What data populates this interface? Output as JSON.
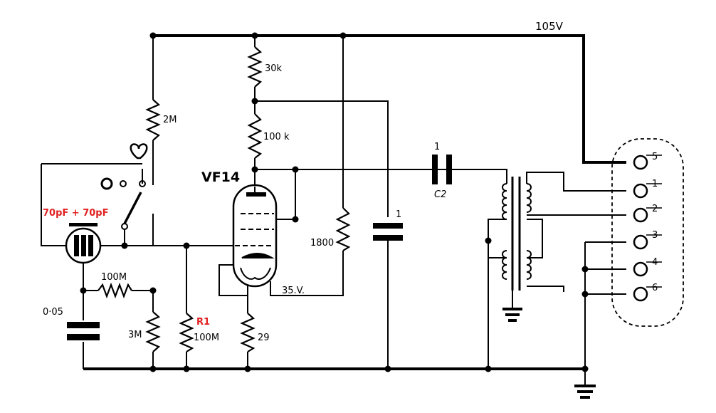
{
  "supply": {
    "voltage": "105V"
  },
  "valve": {
    "type": "VF14",
    "screen_voltage": "35.V."
  },
  "resistors": {
    "r_30k": "30k",
    "r_100k": "100 k",
    "r_2M": "2M",
    "r_1800": "1800",
    "r_100M_series": "100M",
    "r_3M": "3M",
    "r1_name": "R1",
    "r1_value": "100M",
    "r_29": "29"
  },
  "capacitors": {
    "mic_annotation": "70pF + 70pF",
    "c_005": "0·05",
    "c2_value": "1",
    "c2_name": "C2",
    "c_decouple": "1"
  },
  "connector_pins": [
    "5",
    "1",
    "2",
    "3",
    "4",
    "6"
  ],
  "colors": {
    "ink": "#000000",
    "annotation": "#e02020"
  }
}
